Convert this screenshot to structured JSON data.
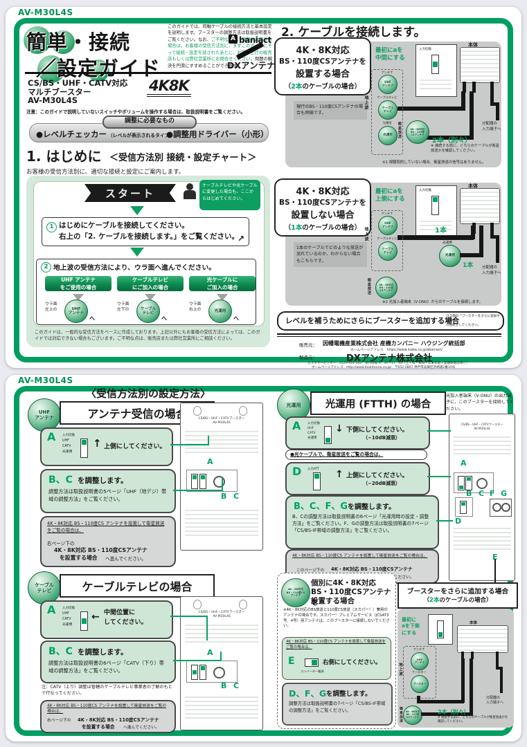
{
  "p1": {
    "model": "AV-M30L4S",
    "title1": "簡単・接続",
    "title2": "／設定ガイド",
    "intro_a": "このガイドでは、同軸ケーブルの接続方法と基本設定を説明します。ブースターの調整方法は取扱説明書をご覧ください。なお、",
    "intro_b": "ご不明な点や、調整でお困りの場合は、お客様の受信方法別に、まずこのガイドにそって接続・設定を試されたあとに、お買い上げの販売店もしくは弊社営業所にお問合せください。",
    "intro_c": "問題の解決を円滑にすすめることができます。",
    "brand_mark": "A",
    "brand_name": "baniact",
    "brand_dx": "DXアンテナ",
    "prod1": "CS/BS・UHF・CATV対応",
    "prod2": "マルチブースター",
    "prod3": "AV-M30L4S",
    "logo_4k8k": "4K8K",
    "caution": "注意：このガイドで説明していないスイッチやボリュームを操作する場合は、取扱説明書をご覧ください。",
    "tools_hdr": "調整に必要なもの",
    "tool1": "●レベルチェッカー",
    "tool1_sub": "（レベルが表示されるタイプ）",
    "tool2": "●調整用ドライバー（小形）",
    "s1_title": "1. はじめに",
    "s1_sub": "＜受信方法別 接続・設定チャート＞",
    "s1_lead": "お客様の受信方法別に、適切な接続と設定にご案内します。",
    "start_label": "スタート",
    "start_bubble": "ケーブルテレビや光ケーブルに変更した場合も、ここからはじめてください。",
    "step1_no": "1",
    "step1_text": "はじめにケーブルを接続してください。\n右上の「2. ケーブルを接続します。」をご覧ください。",
    "step1_arrow": "↗",
    "step2_no": "2",
    "step2_text": "地上波の受信方法により、ウラ面へ進んでください。",
    "branches": [
      {
        "box": "UHF アンテナ\nをご使用の場合",
        "loc": "ウラ面\n左上の",
        "stamp": "UHF\nアンテナ",
        "to": "へ"
      },
      {
        "box": "ケーブルテレビ\nにご加入の場合",
        "loc": "ウラ面\n左下の",
        "stamp": "ケーブル\nテレビ",
        "to": "へ"
      },
      {
        "box": "光ケーブルに\nご加入の場合",
        "loc": "ウラ面\n右上の",
        "stamp": "光運用",
        "to": "へ"
      }
    ],
    "chart_note": "このガイドは、一般的な受信方法をベースに作成しております。上記以外にもお客様の受信方法によっては、このガイドでは対応できない場合もございます。ご不明な点は、販売店または弊社営業所にご相談ください。",
    "s2_title": "2. ケーブルを接続します。",
    "case1": {
      "t1": "4K・8K対応",
      "t2": "BS・110度CSアンテナを",
      "t3": "設置する場合",
      "t4a": "（",
      "t4b": "2本",
      "t4c": "のケーブルの場合）",
      "note": "現行のBS・110度CSアンテナの場合も同様です。",
      "first": "最初にaを\n中間にする",
      "count": "2本（別々）",
      "count_note": "※ 接続する前に、どちらのケーブルが衛星放送かを確認してください。",
      "foot": "※1 視聴契約していない場合、衛星放送の信号はありません。"
    },
    "case2": {
      "t1": "4K・8K対応",
      "t2": "BS・110度CSアンテナを",
      "t3": "設置しない場合",
      "t4a": "（",
      "t4b": "1本",
      "t4c": "のケーブルの場合）",
      "note": "1本のケーブルでどのような放送が流れているのか、わからない場合もこちらです。",
      "first": "最初にaを\n上側にする",
      "count1": "1本",
      "count2": "1本",
      "foot": "※2 光加入者端末（V-ONU）からのケーブルを接続します。"
    },
    "diagram": {
      "unit": "本体",
      "sw": "入力切換",
      "ground": "地上波",
      "sat": "衛星放送",
      "ant_cap": "アンテナ",
      "catv_cap": "ケーブルテレビ",
      "ftth_cap": "光運用",
      "ant_stamp": "UHF\nアンテナ",
      "catv_stamp": "ケーブル\nテレビ",
      "ftth_stamp": "光運用",
      "sat_stamp": "4K・8K対応\nBS・110度\nCSアンテナ",
      "dist": "分配器の\n入力端子へ"
    },
    "level_bar": "レベルを補うためにさらにブースターを追加する場合",
    "level_note": "ウラ面の「ブースターをさらに追加する場合」\nの接続をしてください。",
    "seller_label": "販売元：",
    "seller": "因幡電機産業株式会社 産機カンパニー ハウジング統括部",
    "seller_url": "ホームページアドレス　https://www.inaba.co.jp/abaniact/",
    "maker_label": "製造元：",
    "maker": "DXアンテナ株式会社",
    "maker_line1": "カスタマーセンター　0120-941-542　受付時間 9：30～17：30（土・日・祝日・年末年始・夏期休暇は除く）",
    "maker_line2": "ホームページアドレス　http://www.dxantenna.co.jp/　〒652-0807 神戸市兵庫区浜崎通2番10号"
  },
  "p2": {
    "model": "AV-M30L4S",
    "hdr": "〈受信方法別の設定方法〉",
    "unit_title": "CS/BS・UHF・CATVブースター\nAV-M30L4S",
    "secA": {
      "stamp": "UHF\nアンテナ",
      "title": "アンテナ受信の場合",
      "sw": "入力切換",
      "opts": "UHF\nCATV\n光運用",
      "arrow": "↑",
      "a_text": "上側にしてください。",
      "bc": "B、C",
      "adjust": "を調整します。",
      "bc_body": "調整方法は取扱説明書の5ページ「UHF（地デジ）帯域の調整方法」をご覧ください。",
      "gray1": "4K・8K対応 BS・110度CS アンテナを設置して衛星放送をご覧の場合は、",
      "gray2": "右ページ下の",
      "gray3": "4K・8K対応 BS・110度CSアンテナ",
      "gray4": "を設置する場合",
      "gray5": "へ進んでください。"
    },
    "secB": {
      "stamp": "ケーブル\nテレビ",
      "title": "ケーブルテレビの場合",
      "arrow": "←",
      "a_text": "中間位置に\nしてください。",
      "bc_body": "調整方法は取扱説明書の6ページ「CATV（下り）帯域の調整方法」をご覧ください。",
      "note": "注：CATV（上り）調整は管轄のケーブルテレビ事業者の了解のもとで行なってください。"
    },
    "secC": {
      "stamp": "光運用",
      "title": "光運用 (FTTH) の場合",
      "side_note": "光加入者端末（V-ONU）の出力端子に、このブースターを接続してください。",
      "arrow": "↓",
      "a_text": "下側にしてください。",
      "a_sub": "（−10dB減衰）",
      "bullet": "●光ケーブルで、衛星放送をご覧の場合は、",
      "att": "入力ATT",
      "d_arrow": "↑",
      "d_text": "上側にしてください。",
      "d_sub": "（−20dB減衰）",
      "bcfg": "B、C、F、G",
      "adjust": "を調整します。",
      "bcfg_body": "B、Cの調整方法は取扱説明書の6ページ「光運用時の設定・調整方法」をご覧ください。F、Gの調整方法は取扱説明書の7ページ「CS/BS-IF帯域の調整方法」をご覧ください。",
      "gray1": "4K・8K対応 BS・110度CS アンテナを設置して衛星放送をご覧の場合は、",
      "gray2": "このページ下の",
      "gray3": "4K・8K対応 BS・110度CSアンテナ",
      "gray4": "を設置する場合",
      "gray5": "へ進んでください。"
    },
    "secD": {
      "stamp": "4K・8K対応\nBS・110度CS\nアンテナ",
      "t1": "個別に4K・8K対応",
      "t2": "BS・110度CSアンテナを",
      "t3": "設置する場合",
      "note": "※4K・8K対応のBS放送と110度CS放送（スカパー！）兼用のアンテナの場合です。スカパー！プレミアムサービス（JCSAT3号、4号）用アンテナは、このブースターに接続しないでください。",
      "e_line": "4K・8K対応 BS・110度CS アンテナを設置して衛星放送をご覧の場合は、",
      "e_text": "右側にしてください。",
      "e_sub": "コンバーター電源",
      "dfg": "D、F、G",
      "adjust": "を調整します。",
      "dfg_body": "調整方法は取扱説明書の7ページ「CS/BS-IF帯域の調整方法」をご覧ください。"
    },
    "secE": {
      "t1": "ブースターをさらに追加する場合",
      "t2a": "（",
      "t2b": "2本",
      "t2c": "のケーブルの場合）",
      "first": "最初に\naを下側\nにする",
      "ant_cap": "アンテナ",
      "ant_stamp": "UHF\nアンテナ",
      "booster_cap": "ブースター",
      "booster_stamp": "ブースター",
      "sat_stamp": "4K・8K対応\nBS・110度\nCSアンテナ",
      "ground": "地上波",
      "sat": "衛星放送",
      "unit": "本体",
      "count": "2本（別々）",
      "count_note": "※ 接続する前に、どちらのケーブルが衛星放送かを確認してください。",
      "dist": "分配器の\n入力端子へ"
    },
    "letters": {
      "A": "A",
      "B": "B",
      "C": "C",
      "D": "D",
      "E": "E",
      "F": "F",
      "G": "G"
    }
  }
}
